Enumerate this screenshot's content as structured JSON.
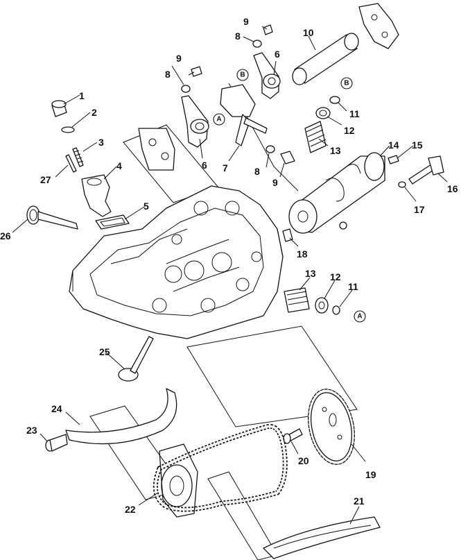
{
  "callouts": {
    "c1": "1",
    "c2": "2",
    "c3": "3",
    "c4": "4",
    "c5": "5",
    "c6a": "6",
    "c6b": "6",
    "c7": "7",
    "c8a": "8",
    "c8b": "8",
    "c8c": "8",
    "c9a": "9",
    "c9b": "9",
    "c9c": "9",
    "c10": "10",
    "c11a": "11",
    "c11b": "11",
    "c12a": "12",
    "c12b": "12",
    "c13a": "13",
    "c13b": "13",
    "c14": "14",
    "c15": "15",
    "c16": "16",
    "c17": "17",
    "c18": "18",
    "c19": "19",
    "c20": "20",
    "c21": "21",
    "c22": "22",
    "c23": "23",
    "c24": "24",
    "c25": "25",
    "c26": "26",
    "c27": "27"
  },
  "refs": {
    "a1": "A",
    "a2": "A",
    "b1": "B",
    "b2": "B"
  },
  "colors": {
    "line": "#111111",
    "background": "#ffffff"
  }
}
